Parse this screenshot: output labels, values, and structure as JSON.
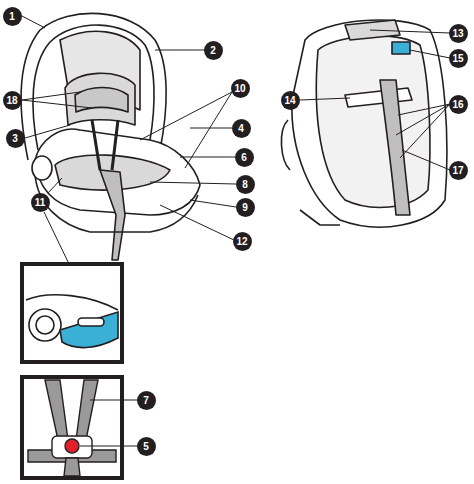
{
  "diagram": {
    "labels": [
      "1",
      "2",
      "18",
      "10",
      "4",
      "3",
      "6",
      "8",
      "9",
      "11",
      "12",
      "13",
      "15",
      "14",
      "16",
      "17",
      "7",
      "5"
    ]
  }
}
